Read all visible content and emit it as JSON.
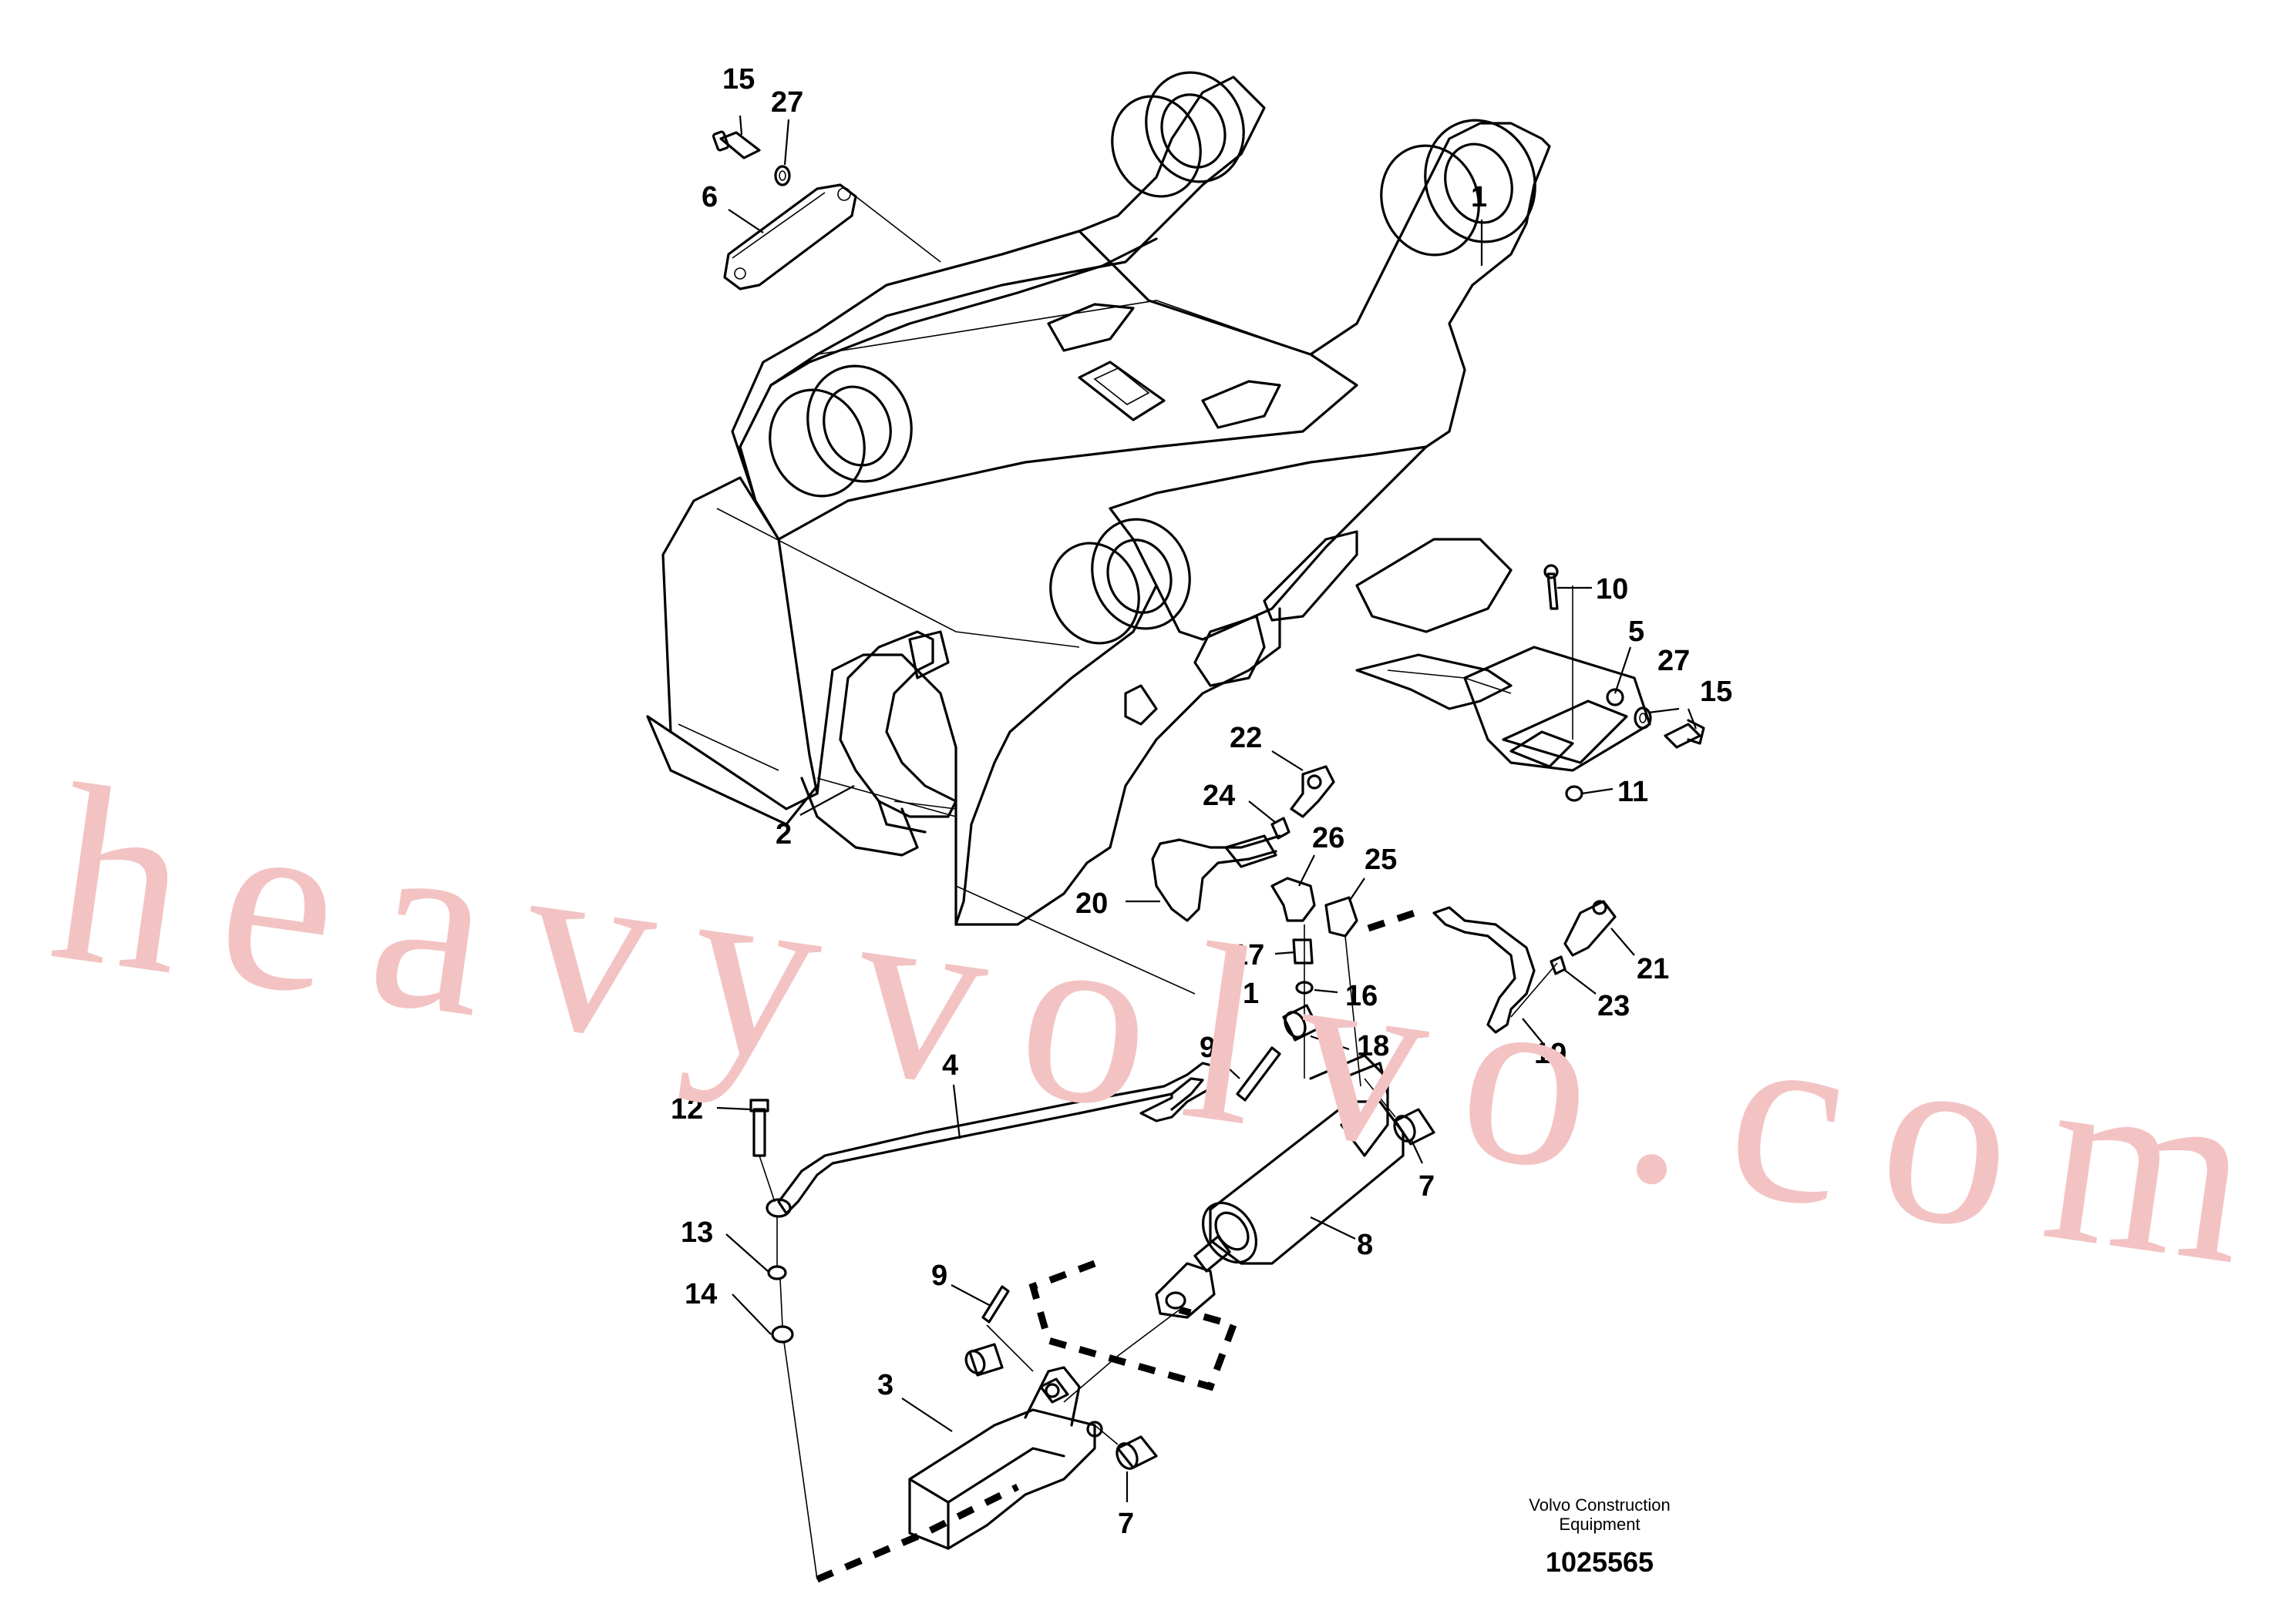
{
  "watermark": "heavyvolvo.com",
  "footer": {
    "company_line1": "Volvo Construction",
    "company_line2": "Equipment",
    "drawing_number": "1025565"
  },
  "callouts": {
    "c1": "1",
    "c2": "2",
    "c3": "3",
    "c4": "4",
    "c5": "5",
    "c6": "6",
    "c7a": "7",
    "c7b": "7",
    "c8": "8",
    "c9a": "9",
    "c9b": "9",
    "c10": "10",
    "c11": "11",
    "c12": "12",
    "c13": "13",
    "c14": "14",
    "c15a": "15",
    "c15b": "15",
    "c16": "16",
    "c17": "17",
    "c18": "18",
    "c19": "19",
    "c20": "20",
    "c21": "21",
    "c22": "22",
    "c23": "23",
    "c24": "24",
    "c25": "25",
    "c26": "26",
    "c27a": "27",
    "c27b": "27",
    "c15c": "1"
  },
  "colors": {
    "line": "#000000",
    "watermark": "#f3c3c3",
    "background": "#ffffff"
  }
}
